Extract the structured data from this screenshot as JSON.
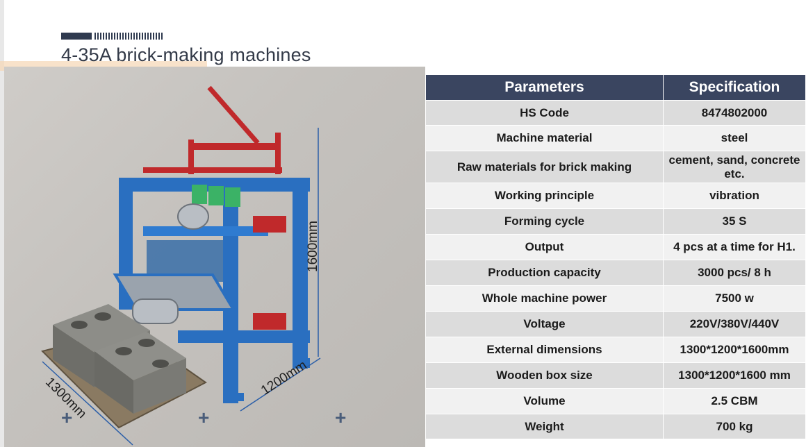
{
  "title": "4-35A brick-making machines",
  "dimensions": {
    "height": "1600mm",
    "width": "1200mm",
    "length": "1300mm"
  },
  "table": {
    "headers": [
      "Parameters",
      "Specification"
    ],
    "rows": [
      {
        "param": "HS Code",
        "spec": "8474802000"
      },
      {
        "param": "Machine material",
        "spec": "steel"
      },
      {
        "param": "Raw materials for brick making",
        "spec": "cement, sand, concrete etc."
      },
      {
        "param": "Working principle",
        "spec": "vibration"
      },
      {
        "param": "Forming cycle",
        "spec": "35 S"
      },
      {
        "param": "Output",
        "spec": "4 pcs at a time for H1."
      },
      {
        "param": "Production capacity",
        "spec": "3000 pcs/ 8 h"
      },
      {
        "param": "Whole machine power",
        "spec": "7500 w"
      },
      {
        "param": "Voltage",
        "spec": "220V/380V/440V"
      },
      {
        "param": "External dimensions",
        "spec": "1300*1200*1600mm"
      },
      {
        "param": "Wooden box size",
        "spec": "1300*1200*1600 mm"
      },
      {
        "param": "Volume",
        "spec": "2.5 CBM"
      },
      {
        "param": "Weight",
        "spec": "700 kg"
      }
    ]
  },
  "colors": {
    "header_bg": "#3a4560",
    "machine_blue": "#2a6fc0",
    "frame_red": "#c0292b"
  }
}
